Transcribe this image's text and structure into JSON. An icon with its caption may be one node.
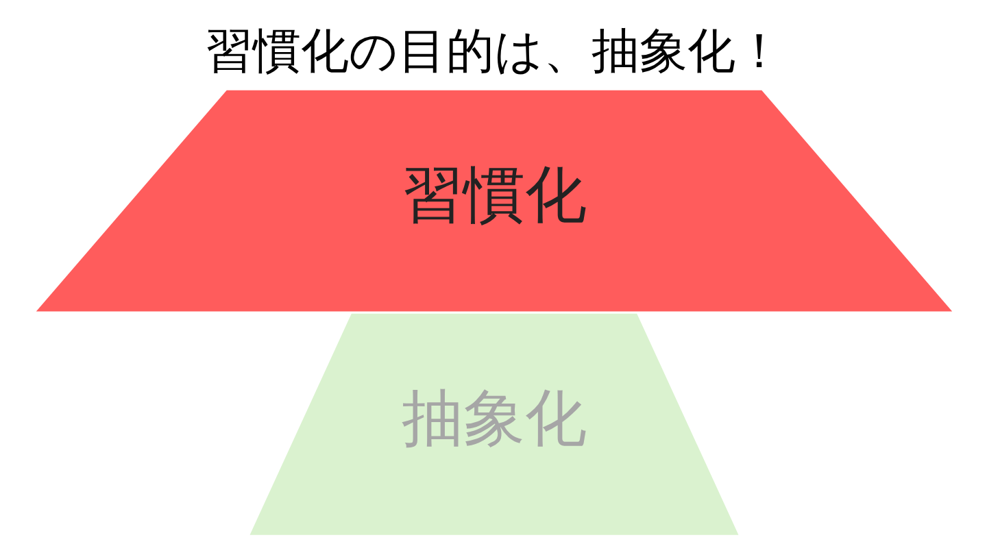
{
  "diagram": {
    "title": "習慣化の目的は、抽象化！",
    "nodes": [
      {
        "text": [
          "抽象化"
        ]
      },
      {
        "text": [
          "習慣化"
        ]
      }
    ]
  }
}
